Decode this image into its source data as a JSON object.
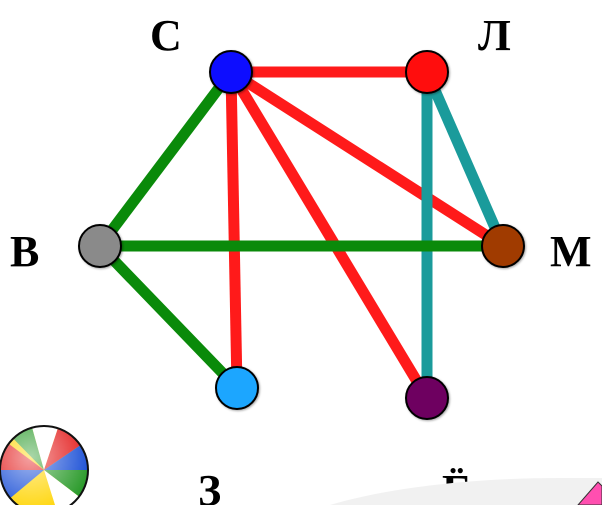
{
  "colors": {
    "green": "#0a8a0a",
    "red": "#ff1a1a",
    "teal": "#1a9b9b",
    "dark_red": "#e01010"
  },
  "nodes": {
    "C": {
      "label": "С",
      "color": "#1010ff"
    },
    "L": {
      "label": "Л",
      "color": "#ff1010"
    },
    "V": {
      "label": "В",
      "color": "#8a8a8a"
    },
    "M": {
      "label": "М",
      "color": "#a03a00"
    },
    "Z": {
      "label": "З",
      "color": "#1aa6ff"
    },
    "YO": {
      "label": "Ё",
      "color": "#6e0060"
    }
  },
  "edges": [
    {
      "from": "C",
      "to": "L",
      "color": "#ff1a1a"
    },
    {
      "from": "C",
      "to": "V",
      "color": "#0a8a0a"
    },
    {
      "from": "C",
      "to": "Z",
      "color": "#ff1a1a"
    },
    {
      "from": "C",
      "to": "YO",
      "color": "#ff1a1a"
    },
    {
      "from": "C",
      "to": "M",
      "color": "#ff1a1a"
    },
    {
      "from": "L",
      "to": "M",
      "color": "#1a9b9b"
    },
    {
      "from": "L",
      "to": "YO",
      "color": "#1a9b9b"
    },
    {
      "from": "V",
      "to": "M",
      "color": "#0a8a0a"
    },
    {
      "from": "V",
      "to": "Z",
      "color": "#0a8a0a"
    }
  ]
}
